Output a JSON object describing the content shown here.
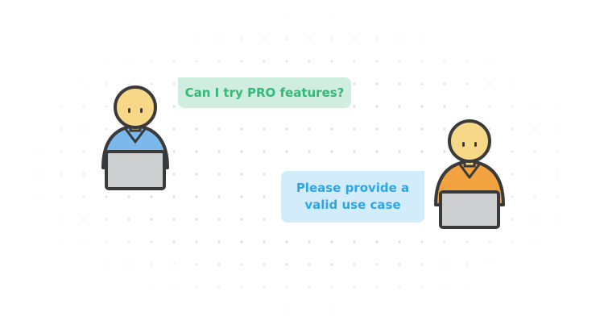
{
  "conversation": {
    "user_message": "Can I try PRO features?",
    "support_message": "Please provide a valid use case"
  },
  "colors": {
    "user_bubble_bg": "#cfeee0",
    "user_bubble_text": "#33b877",
    "support_bubble_bg": "#d3ecfb",
    "support_bubble_text": "#2ea6e6",
    "skin": "#f7d788",
    "user_shirt": "#7bb8ec",
    "support_shirt": "#f2a23e",
    "laptop": "#cdcfd1",
    "outline": "#3a3a3a"
  },
  "illustration": {
    "left_figure": "person-at-laptop-blue-shirt",
    "right_figure": "person-at-laptop-orange-shirt"
  }
}
